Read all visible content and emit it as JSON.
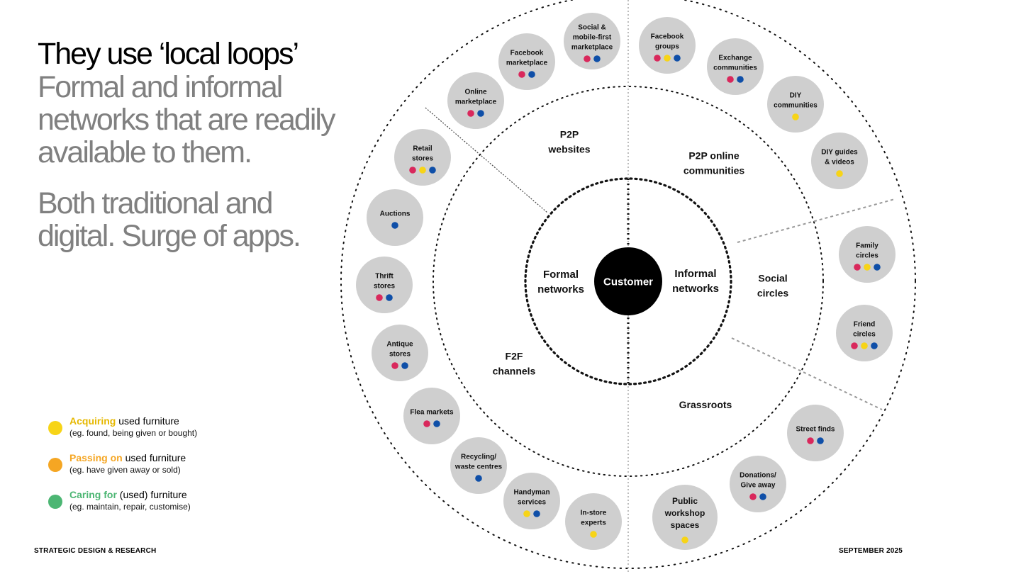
{
  "headline": {
    "title": "They use ‘local loops’",
    "subtitle_lines": [
      "Formal and informal",
      "networks that are readily",
      "available to them."
    ],
    "subtitle2_lines": [
      "Both traditional and",
      "digital. Surge of apps."
    ]
  },
  "colors": {
    "acquiring": "#f7d417",
    "passing_on": "#f5a623",
    "caring_for": "#4cb673",
    "magenta": "#d9285c",
    "yellow_dot": "#f7d417",
    "blue": "#0f4fa8",
    "bubble": "#cfcfcf"
  },
  "diagram": {
    "center": "Customer",
    "inner_labels": [
      {
        "id": "formal",
        "lines": [
          "Formal",
          "networks"
        ]
      },
      {
        "id": "informal",
        "lines": [
          "Informal",
          "networks"
        ]
      }
    ],
    "segment_labels": [
      {
        "id": "p2p-websites",
        "lines": [
          "P2P",
          "websites"
        ]
      },
      {
        "id": "p2p-online-communities",
        "lines": [
          "P2P online",
          "communities"
        ]
      },
      {
        "id": "social-circles",
        "lines": [
          "Social",
          "circles"
        ]
      },
      {
        "id": "grassroots",
        "lines": [
          "Grassroots"
        ]
      },
      {
        "id": "f2f-channels",
        "lines": [
          "F2F",
          "channels"
        ]
      }
    ],
    "bubbles": [
      {
        "id": "social-mobile-first-marketplace",
        "lines": [
          "Social &",
          "mobile-first",
          "marketplace"
        ],
        "dots": [
          "magenta",
          "blue"
        ]
      },
      {
        "id": "facebook-marketplace",
        "lines": [
          "Facebook",
          "marketplace"
        ],
        "dots": [
          "magenta",
          "blue"
        ]
      },
      {
        "id": "online-marketplace",
        "lines": [
          "Online",
          "marketplace"
        ],
        "dots": [
          "magenta",
          "blue"
        ]
      },
      {
        "id": "retail-stores",
        "lines": [
          "Retail",
          "stores"
        ],
        "dots": [
          "magenta",
          "yellow",
          "blue"
        ]
      },
      {
        "id": "auctions",
        "lines": [
          "Auctions"
        ],
        "dots": [
          "blue"
        ]
      },
      {
        "id": "thrift-stores",
        "lines": [
          "Thrift",
          "stores"
        ],
        "dots": [
          "magenta",
          "blue"
        ]
      },
      {
        "id": "antique-stores",
        "lines": [
          "Antique",
          "stores"
        ],
        "dots": [
          "magenta",
          "blue"
        ]
      },
      {
        "id": "flea-markets",
        "lines": [
          "Flea markets"
        ],
        "dots": [
          "magenta",
          "blue"
        ]
      },
      {
        "id": "recycling-waste-centres",
        "lines": [
          "Recycling/",
          "waste centres"
        ],
        "dots": [
          "blue"
        ]
      },
      {
        "id": "handyman-services",
        "lines": [
          "Handyman",
          "services"
        ],
        "dots": [
          "yellow",
          "blue"
        ]
      },
      {
        "id": "in-store-experts",
        "lines": [
          "In-store",
          "experts"
        ],
        "dots": [
          "yellow"
        ]
      },
      {
        "id": "public-workshop-spaces",
        "lines": [
          "Public",
          "workshop",
          "spaces"
        ],
        "dots": [
          "yellow"
        ]
      },
      {
        "id": "donations-give-away",
        "lines": [
          "Donations/",
          "Give away"
        ],
        "dots": [
          "magenta",
          "blue"
        ]
      },
      {
        "id": "street-finds",
        "lines": [
          "Street finds"
        ],
        "dots": [
          "magenta",
          "blue"
        ]
      },
      {
        "id": "friend-circles",
        "lines": [
          "Friend",
          "circles"
        ],
        "dots": [
          "magenta",
          "yellow",
          "blue"
        ]
      },
      {
        "id": "family-circles",
        "lines": [
          "Family",
          "circles"
        ],
        "dots": [
          "magenta",
          "yellow",
          "blue"
        ]
      },
      {
        "id": "diy-guides-videos",
        "lines": [
          "DIY guides",
          "& videos"
        ],
        "dots": [
          "yellow"
        ]
      },
      {
        "id": "diy-communities",
        "lines": [
          "DIY",
          "communities"
        ],
        "dots": [
          "yellow"
        ]
      },
      {
        "id": "exchange-communities",
        "lines": [
          "Exchange",
          "communities"
        ],
        "dots": [
          "magenta",
          "blue"
        ]
      },
      {
        "id": "facebook-groups",
        "lines": [
          "Facebook",
          "groups"
        ],
        "dots": [
          "magenta",
          "yellow",
          "blue"
        ]
      }
    ]
  },
  "legend": [
    {
      "id": "acquiring",
      "keyword": "Acquiring",
      "rest": " used furniture",
      "sub": "(eg. found, being given or bought)",
      "color": "#f7d417"
    },
    {
      "id": "passing-on",
      "keyword": "Passing on",
      "rest": " used furniture",
      "sub": "(eg. have given away or sold)",
      "color": "#f5a623"
    },
    {
      "id": "caring-for",
      "keyword": "Caring for",
      "rest": " (used) furniture",
      "sub": "(eg. maintain, repair, customise)",
      "color": "#4cb673"
    }
  ],
  "footer": {
    "left": "STRATEGIC DESIGN & RESEARCH",
    "right": "SEPTEMBER 2025"
  }
}
